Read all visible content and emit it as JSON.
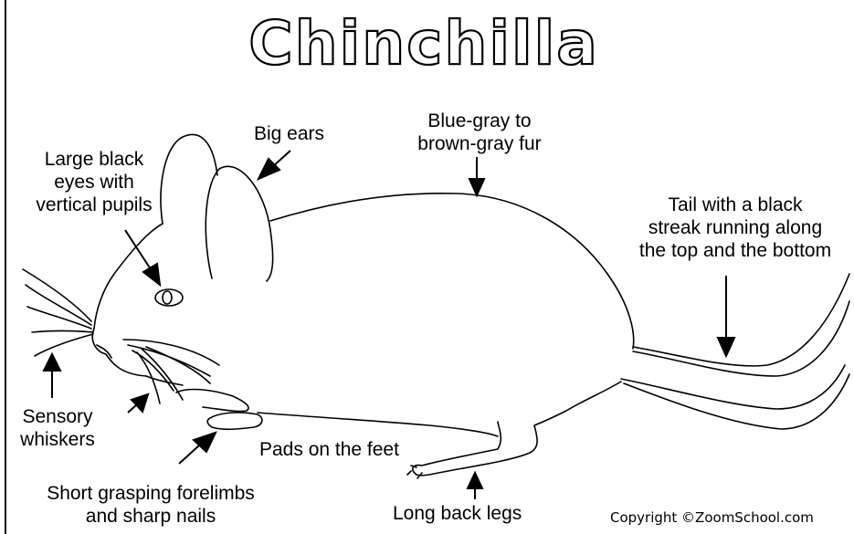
{
  "title": "Chinchilla",
  "labels": {
    "big_ears": "Big ears",
    "eyes": [
      "Large black",
      "eyes with",
      "vertical pupils"
    ],
    "fur": [
      "Blue-gray to",
      "brown-gray fur"
    ],
    "tail": [
      "Tail with a  black",
      "streak running along",
      "the top and the bottom"
    ],
    "whiskers": [
      "Sensory",
      "whiskers"
    ],
    "pads": "Pads on the feet",
    "forelimbs": [
      "Short grasping forelimbs",
      "and sharp nails"
    ],
    "back_legs": "Long back legs"
  },
  "copyright": "Copyright ©ZoomSchool.com",
  "colors": {
    "ink": "#000000",
    "background": "#ffffff"
  }
}
